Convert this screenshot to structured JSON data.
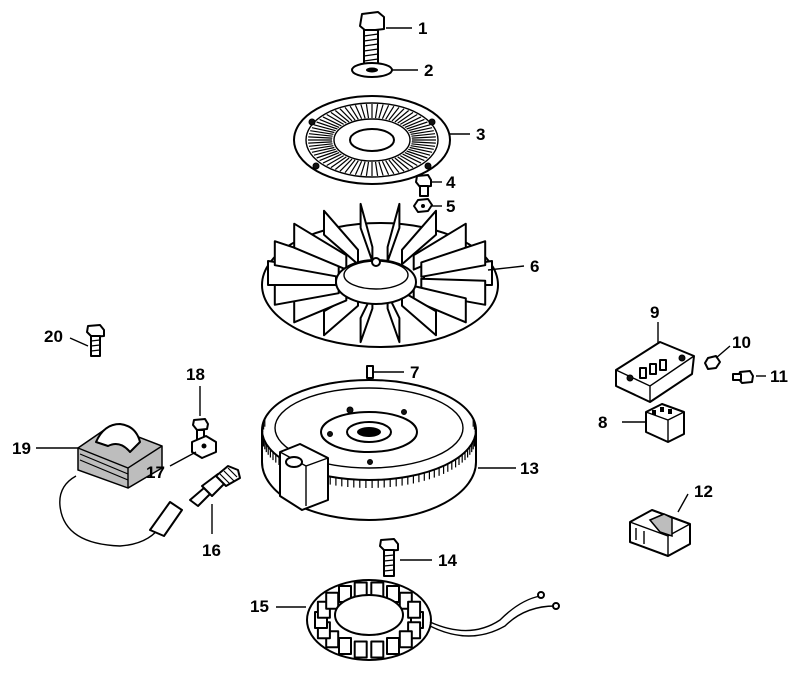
{
  "colors": {
    "line": "#000000",
    "background": "#ffffff",
    "shade": "#bdbdbd"
  },
  "callouts": {
    "c1": "1",
    "c2": "2",
    "c3": "3",
    "c4": "4",
    "c5": "5",
    "c6": "6",
    "c7": "7",
    "c8": "8",
    "c9": "9",
    "c10": "10",
    "c11": "11",
    "c12": "12",
    "c13": "13",
    "c14": "14",
    "c15": "15",
    "c16": "16",
    "c17": "17",
    "c18": "18",
    "c19": "19",
    "c20": "20"
  }
}
